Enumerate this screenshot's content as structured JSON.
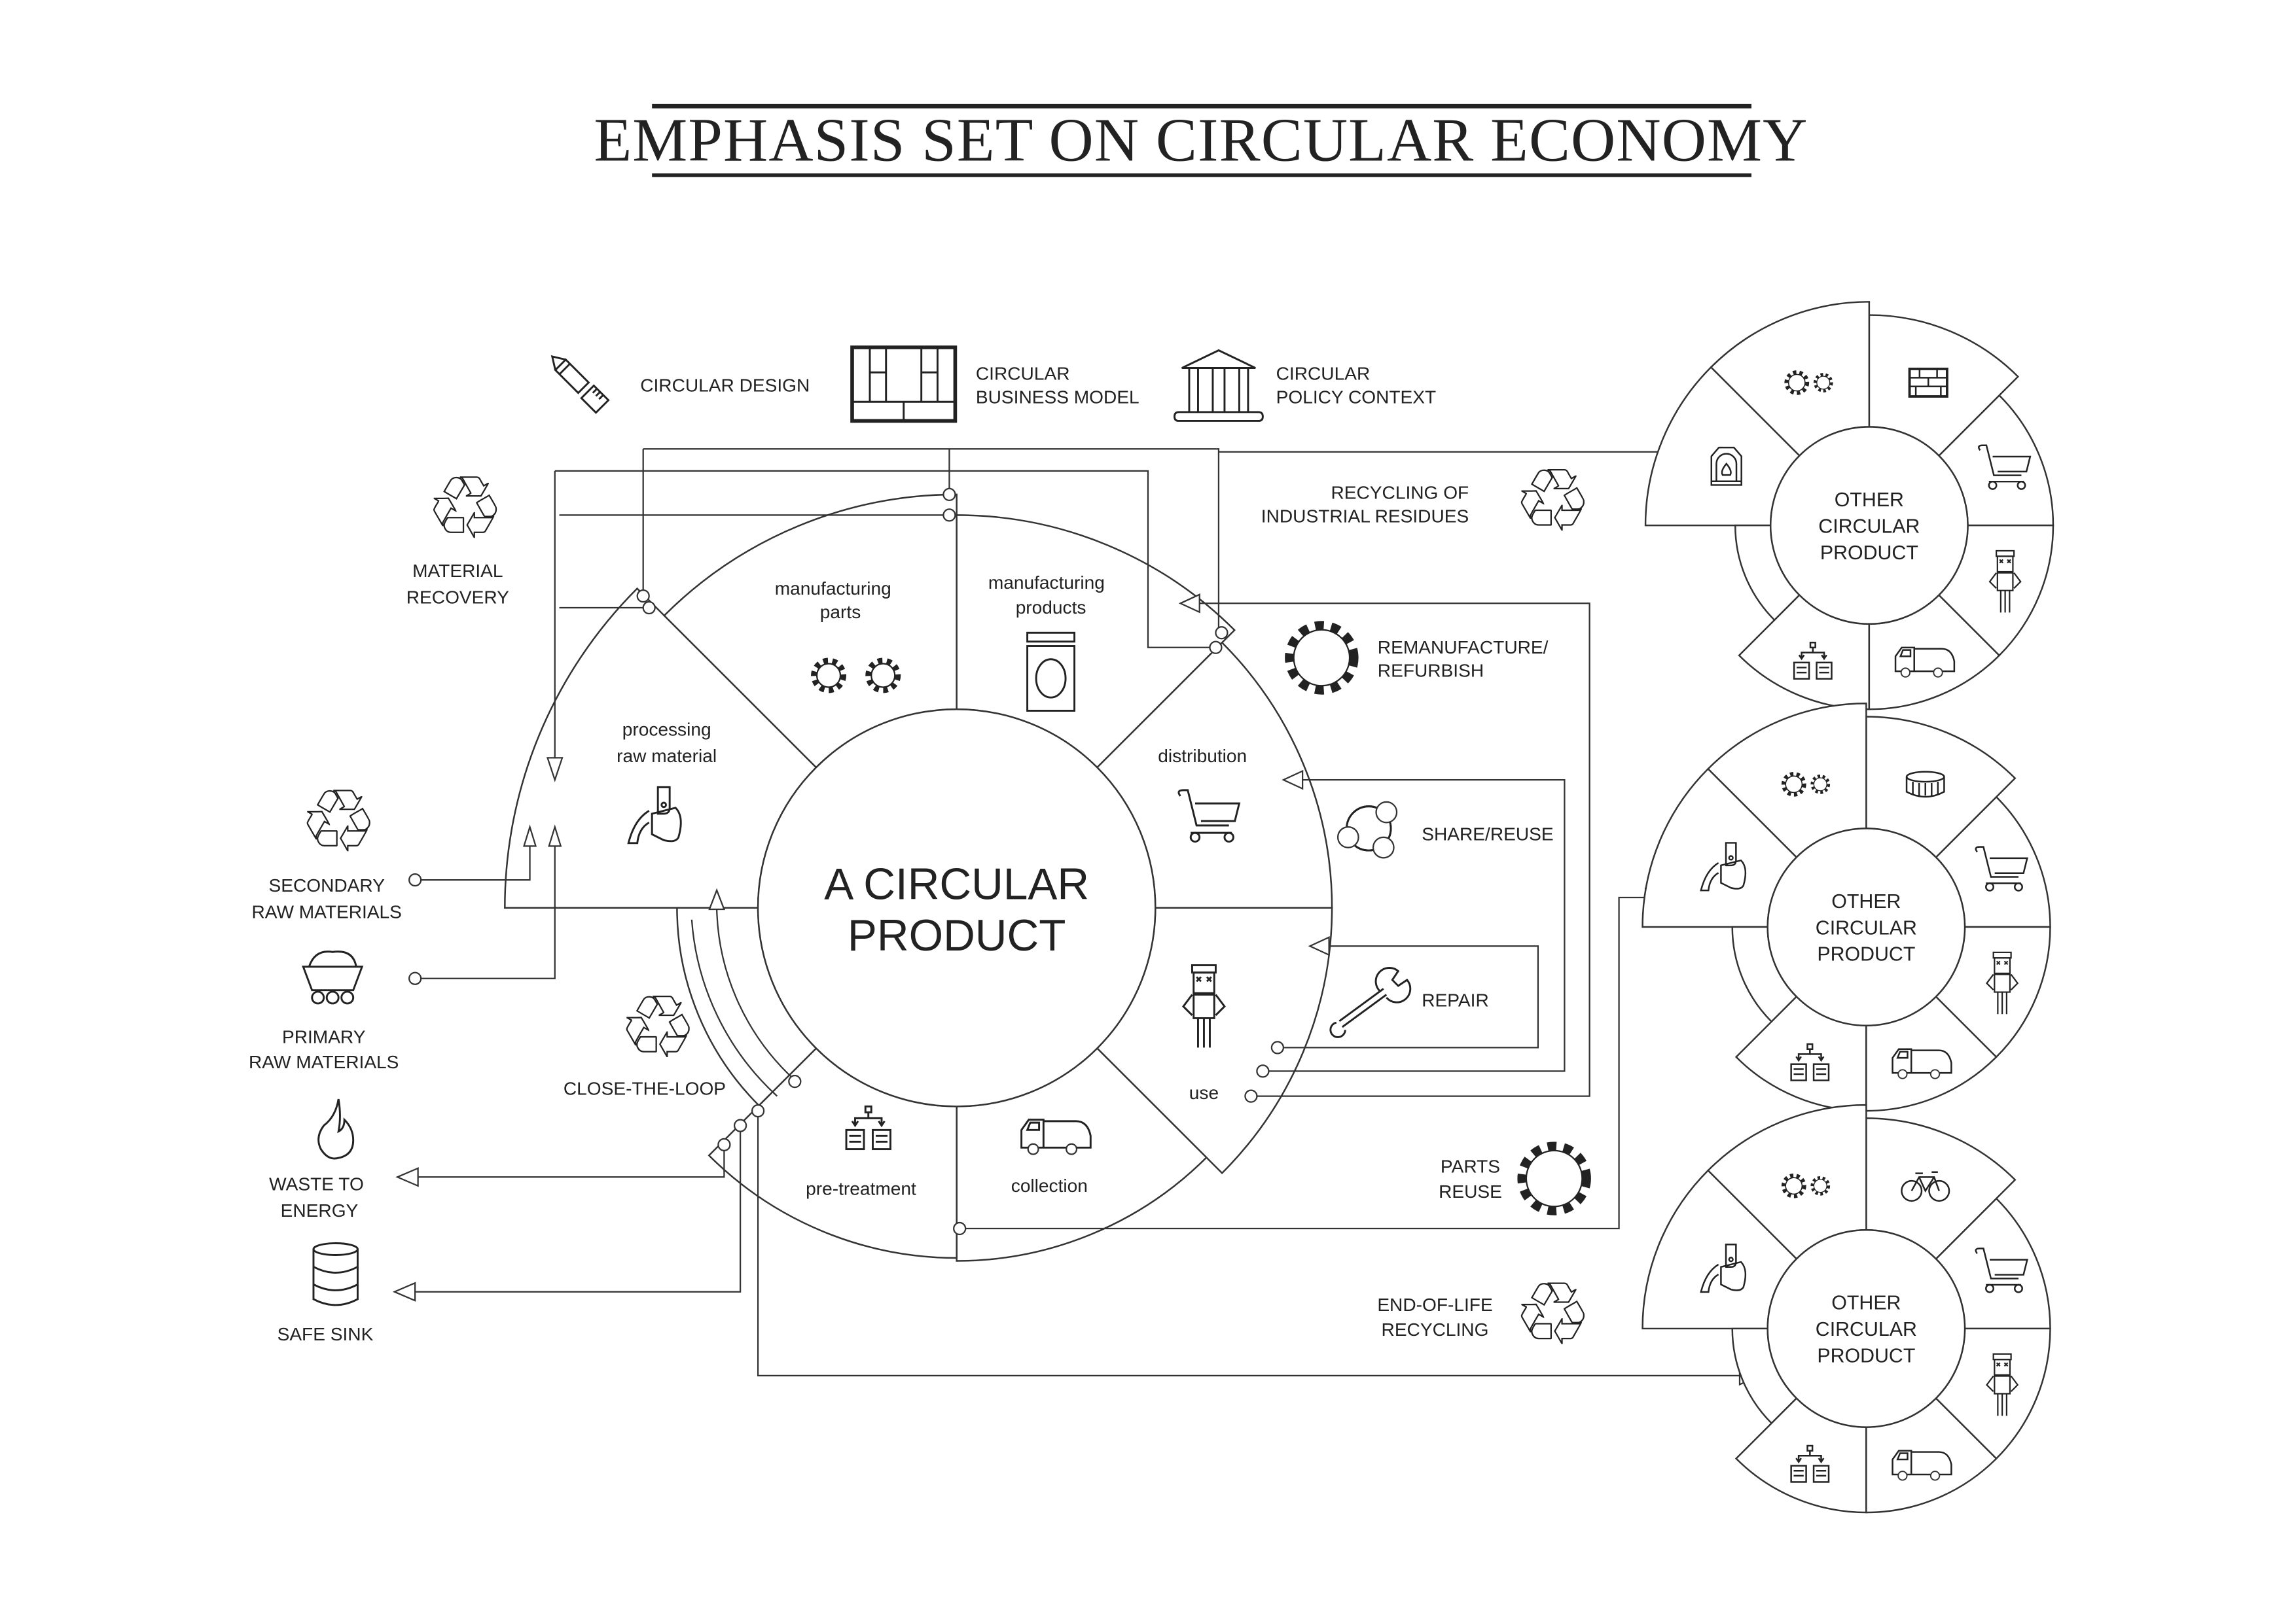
{
  "title": "EMPHASIS SET ON CIRCULAR ECONOMY",
  "context": {
    "design": "CIRCULAR DESIGN",
    "business": [
      "CIRCULAR",
      "BUSINESS MODEL"
    ],
    "policy": [
      "CIRCULAR",
      "POLICY CONTEXT"
    ]
  },
  "center": [
    "A CIRCULAR",
    "PRODUCT"
  ],
  "stages": {
    "processing": [
      "processing",
      "raw material"
    ],
    "parts": [
      "manufacturing",
      "parts"
    ],
    "products": [
      "manufacturing",
      "products"
    ],
    "distribution": "distribution",
    "use": "use",
    "collection": "collection",
    "pretreatment": "pre-treatment"
  },
  "left_flows": {
    "material_recovery": [
      "MATERIAL",
      "RECOVERY"
    ],
    "secondary": [
      "SECONDARY",
      "RAW MATERIALS"
    ],
    "primary": [
      "PRIMARY",
      "RAW MATERIALS"
    ],
    "waste_energy": [
      "WASTE TO",
      "ENERGY"
    ],
    "safe_sink": "SAFE SINK",
    "close_loop": "CLOSE-THE-LOOP"
  },
  "right_flows": {
    "industrial": [
      "RECYCLING OF",
      "INDUSTRIAL RESIDUES"
    ],
    "remanufacture": [
      "REMANUFACTURE/",
      "REFURBISH"
    ],
    "share": "SHARE/REUSE",
    "repair": "REPAIR",
    "parts_reuse": [
      "PARTS",
      "REUSE"
    ],
    "eol": [
      "END-OF-LIFE",
      "RECYCLING"
    ]
  },
  "satellites": [
    {
      "label": [
        "OTHER",
        "CIRCULAR",
        "PRODUCT"
      ],
      "icons": [
        "cart-icon",
        "brick-wall-icon",
        "gears-icon",
        "furnace-icon",
        "",
        "pretreatment-icon",
        "garbage-truck-icon",
        "user-icon"
      ]
    },
    {
      "label": [
        "OTHER",
        "CIRCULAR",
        "PRODUCT"
      ],
      "icons": [
        "cart-icon",
        "tire-icon",
        "gears-icon",
        "ladle-icon",
        "",
        "pretreatment-icon",
        "garbage-truck-icon",
        "user-icon"
      ]
    },
    {
      "label": [
        "OTHER",
        "CIRCULAR",
        "PRODUCT"
      ],
      "icons": [
        "cart-icon",
        "bicycle-icon",
        "gears-icon",
        "ladle-icon",
        "",
        "pretreatment-icon",
        "garbage-truck-icon",
        "user-icon"
      ]
    }
  ]
}
